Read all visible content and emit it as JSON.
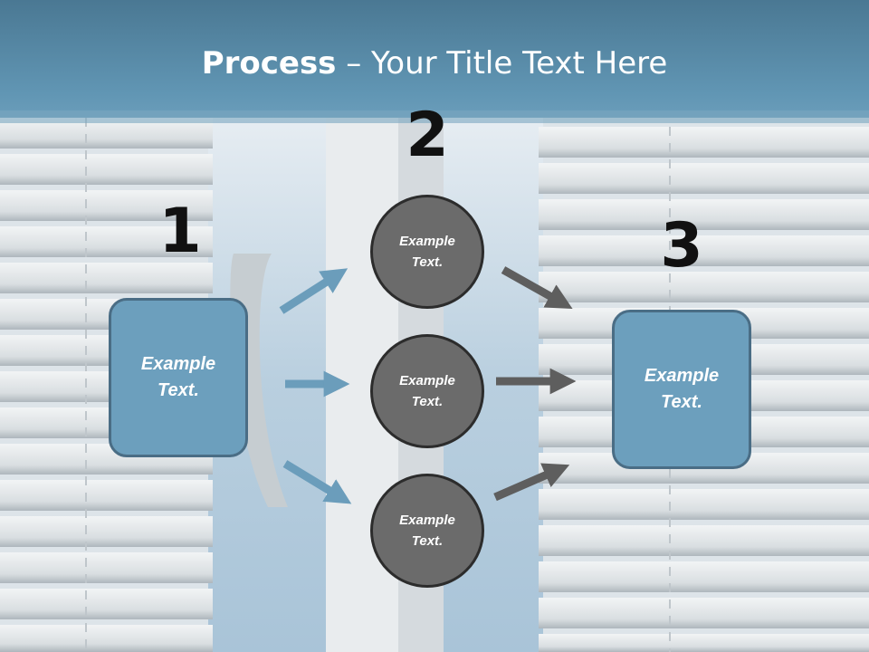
{
  "title": {
    "bold": "Process",
    "rest": " – Your Title Text Here"
  },
  "steps": [
    {
      "number": "1",
      "text": "Example Text."
    },
    {
      "number": "2",
      "items": [
        "Example Text.",
        "Example Text.",
        "Example Text."
      ]
    },
    {
      "number": "3",
      "text": "Example Text."
    }
  ],
  "colors": {
    "box_fill": "#6c9fbd",
    "circle_fill": "#6b6b6b",
    "blue_arrow": "#6b9dbb",
    "gray_arrow": "#5e5e5e"
  }
}
